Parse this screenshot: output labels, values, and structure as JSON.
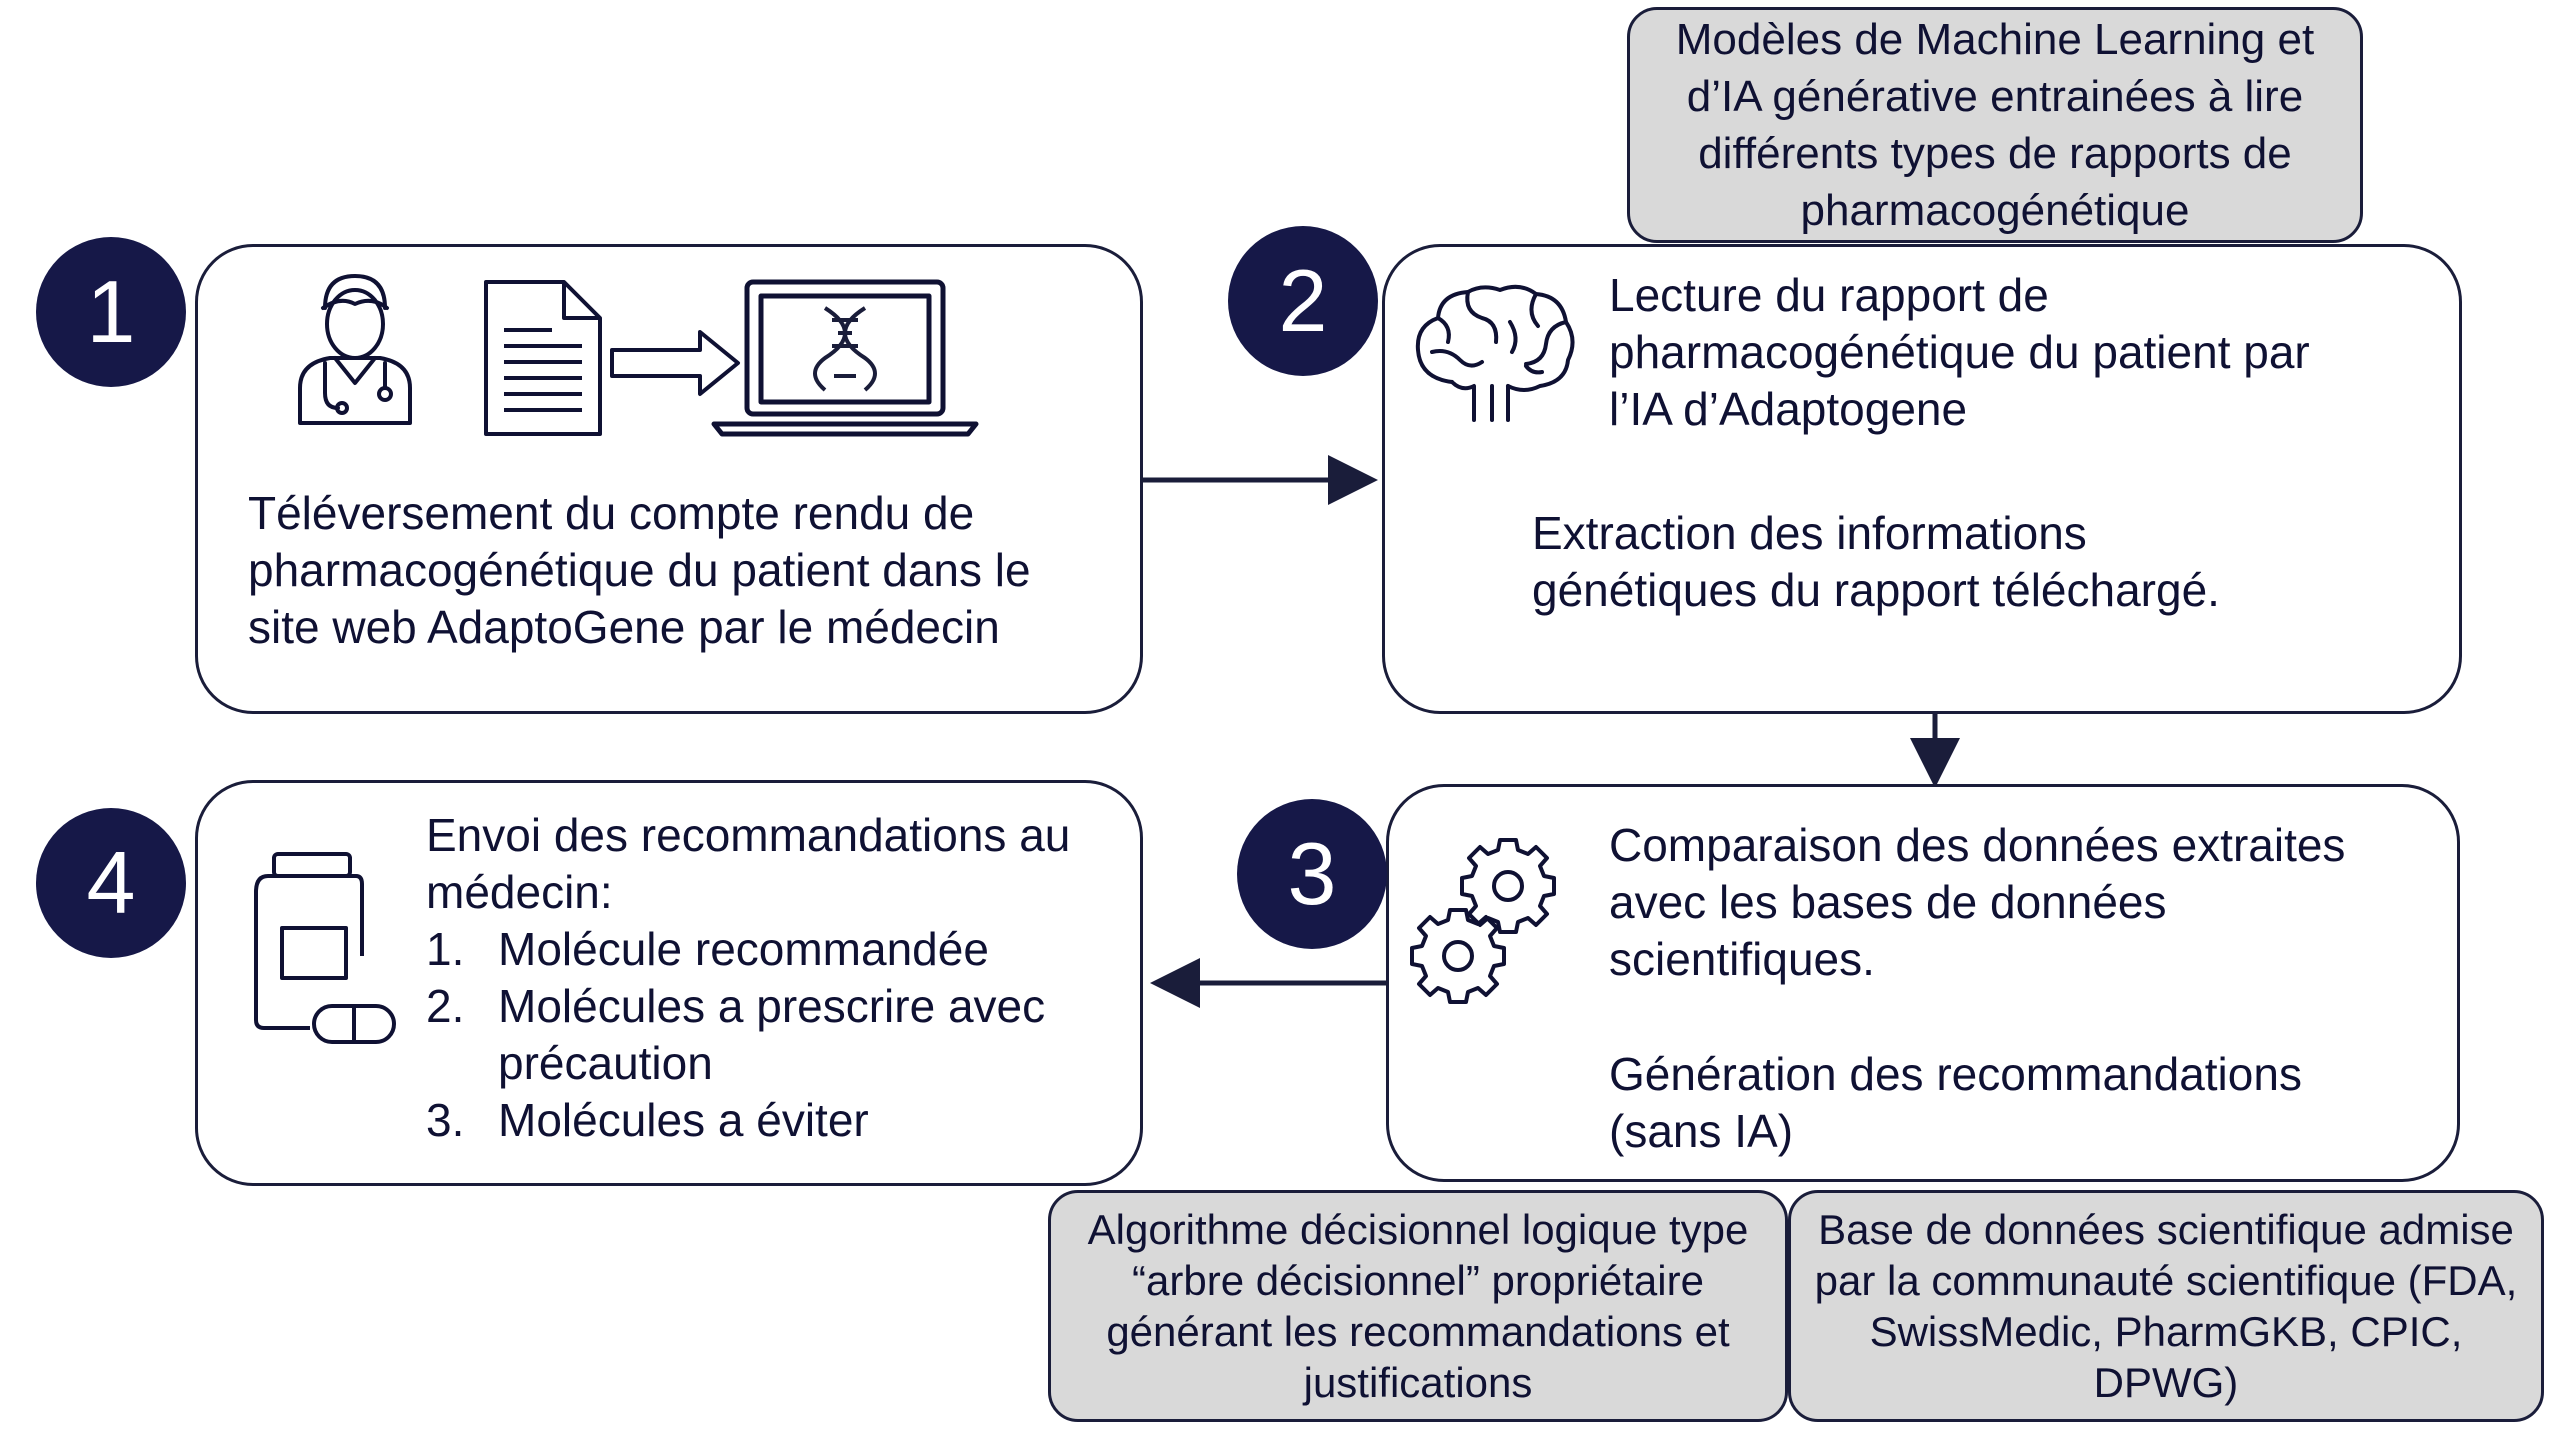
{
  "steps": [
    {
      "number": "1",
      "text_lines": [
        "Téléversement du compte rendu de",
        "pharmacogénétique du patient dans le",
        "site web AdaptoGene par le médecin"
      ],
      "icons": [
        "doctor-icon",
        "document-icon",
        "arrow-right-icon",
        "laptop-dna-icon"
      ]
    },
    {
      "number": "2",
      "heading_lines": [
        "Lecture du rapport de",
        "pharmacogénétique du patient par",
        "l’IA d’Adaptogene"
      ],
      "detail_lines": [
        "Extraction des informations",
        "génétiques du rapport téléchargé."
      ],
      "icons": [
        "brain-icon"
      ]
    },
    {
      "number": "3",
      "heading_lines": [
        "Comparaison des données extraites",
        "avec les bases de données",
        "scientifiques."
      ],
      "detail_lines": [
        "Génération des recommandations",
        "(sans IA)"
      ],
      "icons": [
        "gears-icon"
      ]
    },
    {
      "number": "4",
      "intro_lines": [
        "Envoi des recommandations au",
        "médecin:"
      ],
      "list": [
        {
          "num": "1.",
          "lines": [
            "Molécule recommandée"
          ]
        },
        {
          "num": "2.",
          "lines": [
            "Molécules a prescrire avec",
            "précaution"
          ]
        },
        {
          "num": "3.",
          "lines": [
            "Molécules a éviter"
          ]
        }
      ],
      "icons": [
        "medicine-bottle-icon",
        "pill-icon"
      ]
    }
  ],
  "notes": {
    "ml_models": [
      "Modèles de Machine Learning et",
      "d’IA générative entrainées à lire",
      "différents types de rapports de",
      "pharmacogénétique"
    ],
    "algorithm": [
      "Algorithme décisionnel logique type",
      "“arbre décisionnel” propriétaire",
      "générant les recommandations et",
      "justifications"
    ],
    "database": [
      "Base de données scientifique admise",
      "par la communauté scientifique (FDA,",
      "SwissMedic, PharmGKB, CPIC,",
      "DPWG)"
    ]
  },
  "colors": {
    "badge": "#161848",
    "text": "#0f1133",
    "border": "#1a1d3a",
    "note_fill": "#d9d9d9"
  }
}
